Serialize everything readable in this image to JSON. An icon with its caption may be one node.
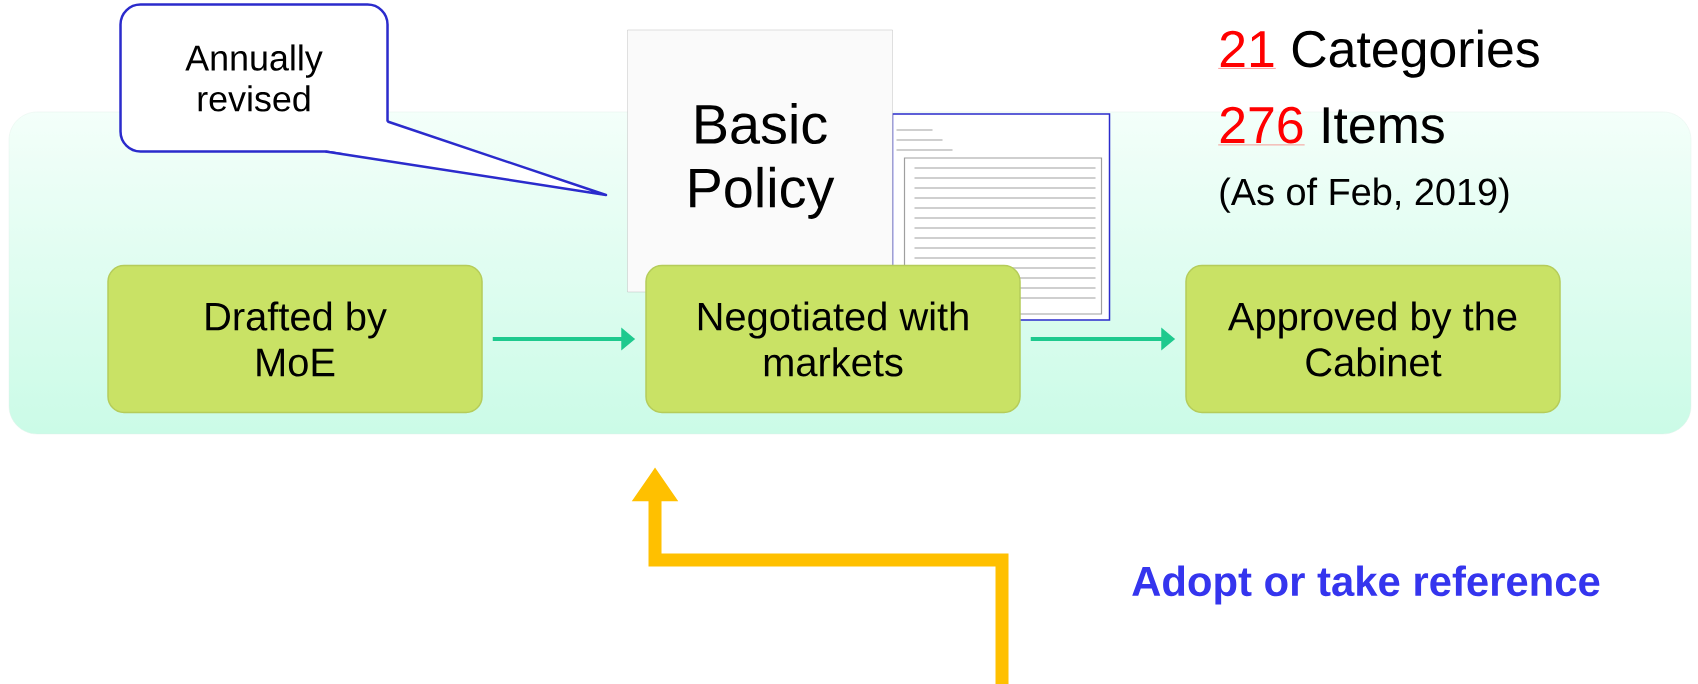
{
  "diagram": {
    "nodes": [
      {
        "text": [
          "Annually revised"
        ]
      },
      {
        "text": [
          "Basic Policy"
        ]
      },
      {
        "text": [],
        "shape": "box"
      },
      {
        "text": [
          "Drafted by MoE"
        ],
        "in": 2
      },
      {
        "text": [
          "Negotiated with markets"
        ],
        "in": 2
      },
      {
        "text": [
          "Approved by the Cabinet"
        ],
        "in": 2
      },
      {
        "text": [],
        "shape": "picture",
        "in": 2
      }
    ],
    "edges": [
      {
        "from": 3,
        "to": 4,
        "arrow": "to"
      },
      {
        "from": 4,
        "to": 5,
        "arrow": "to"
      },
      {
        "from": null,
        "to": 4,
        "arrow": "to",
        "style": "thick",
        "color": "#ffc000",
        "label": "Adopt or take reference"
      }
    ],
    "labels": [
      "21",
      "Categories",
      "276",
      "Items",
      "(As of Feb, 2019)"
    ]
  }
}
